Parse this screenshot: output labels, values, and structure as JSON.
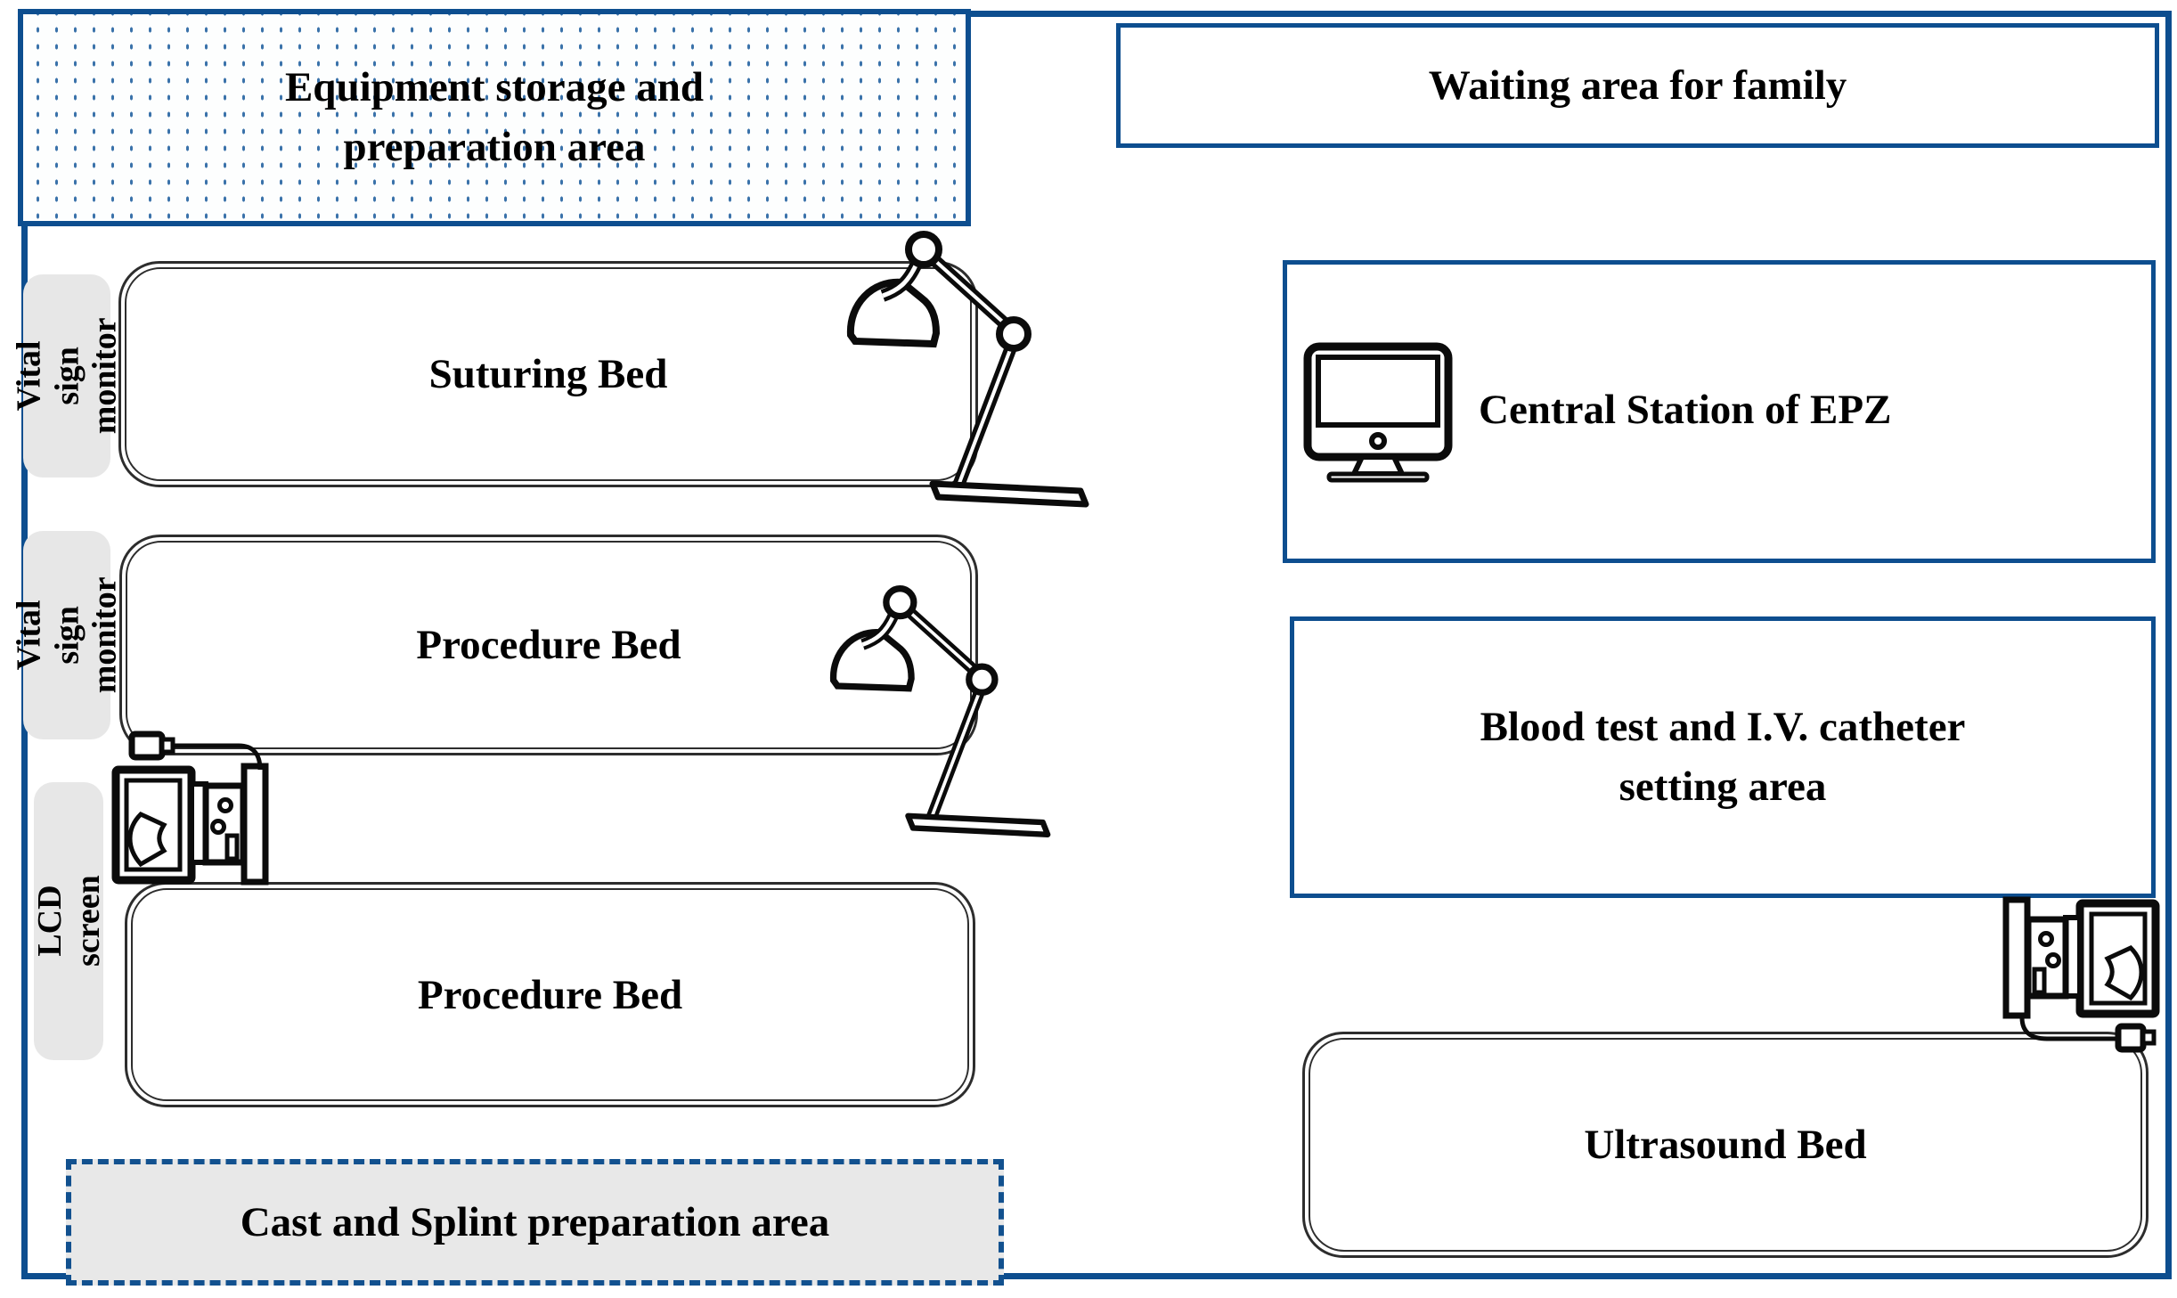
{
  "areas": {
    "equipment": {
      "label": "Equipment storage and\npreparation area"
    },
    "waiting": {
      "label": "Waiting area for family"
    },
    "central_station": {
      "label": "Central Station of EPZ"
    },
    "blood_test": {
      "label": "Blood test and I.V. catheter\nsetting area"
    },
    "cast_splint": {
      "label": "Cast and Splint preparation area"
    }
  },
  "beds": [
    {
      "label": "Suturing Bed"
    },
    {
      "label": "Procedure Bed"
    },
    {
      "label": "Procedure Bed"
    },
    {
      "label": "Ultrasound Bed"
    }
  ],
  "side_labels": {
    "vital_sign_1": "Vital sign\nmonitor",
    "vital_sign_2": "Vital sign\nmonitor",
    "lcd": "LCD screen"
  },
  "icons": {
    "lamp_1": "procedure-lamp-icon",
    "lamp_2": "procedure-lamp-icon",
    "central_computer": "computer-monitor-icon",
    "ultrasound_left": "ultrasound-machine-icon",
    "ultrasound_right": "ultrasound-machine-icon"
  },
  "colors": {
    "border_blue": "#0d4e8f",
    "dot_blue": "#3a72aa",
    "chip_gray": "#e7e7e7",
    "cast_gray": "#e8e8e8",
    "line_dark": "#2d2d2d"
  }
}
